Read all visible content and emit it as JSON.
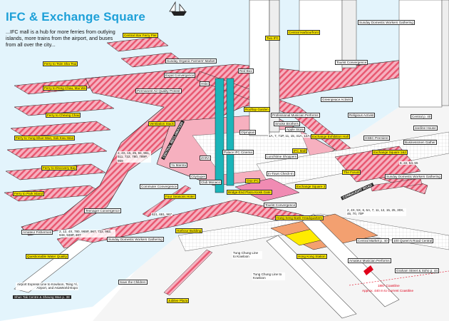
{
  "title": "IFC & Exchange Square",
  "intro": "...IFC mall is a hub for more ferries from outlying islands, more trains from the airport, and buses from all over the city...",
  "colors": {
    "water": "#e3f4fc",
    "walkway": "#f6b0bf",
    "hatch": "#e8566f",
    "highlight": "#ffeb00",
    "rail": "#1bb5b9",
    "title": "#1da0d8"
  },
  "labels": {
    "central_star_ferry": "Central Star Ferry Pier",
    "sunday_farmers": "Sunday Organic Farmers' Market",
    "two_ifc": "Two IFC",
    "central_harbourfront": "Central Harbourfront",
    "sunday_domestic_top": "Sunday Domestic Workers Gathering",
    "expat_convergence": "Expat Convergence",
    "tourist_convergence_top": "Tourist Convergence",
    "ferry_tsim_sha_tsui": "Ferry to Tsim Sha Tsui",
    "ferry_peng_chau": "Ferry to Peng Chau, Mui Wo",
    "permanent_protest": "Permanent Air Quality Protest",
    "red_box": "Red Box",
    "hsbc_label": "Hsbc",
    "rooftop_garden": "Rooftop Garden",
    "greenpeace": "Greenpeace Activist",
    "professional_musician_top": "Professional Musician Performs",
    "religious_activist": "Religious Activist",
    "smoke_brothers": "Smoke Brothers",
    "apple_store": "Apple Store",
    "ferry_cheung_chau": "Ferry to Cheung Chau",
    "ventilation_stack": "Ventilation Stack",
    "exchange_hall": "Exchange Exhibition Hall",
    "central_p40": "Central p. 40",
    "jardine_house": "Jardine House",
    "ferry_yung_shue_wan": "Ferry to Yung Shue Wan, Sok Kwu Wan",
    "olympian": "Olympian",
    "bus_stop_upper": "1A, 7, 71P, 11, 15, 41A, 12A",
    "ifc_mall": "IFC Mall",
    "hsbc_premier": "HSBC Premiere",
    "businessmen_gather": "Businessmen Gather",
    "central_reclamation": "CENTRAL RECLAMATION",
    "bus_left": "2, 4X, 15, 25, 94, 961, 511, 722, 780, 789P, 969",
    "zara": "ZARA",
    "palace_ifc_cinema": "Palace IFC Cinema",
    "lunchtime_shoppers": "Lunchtime Shoppers",
    "exchange_square_12": "Exchange Square 1&2",
    "ferry_discovery_bay": "Ferry to Discovery Bay",
    "yu_mantra": "Yu Mantra",
    "city_super": "CitySuper",
    "club_monaco": "Club Monaco",
    "in_town_check_in": "In-Town Check-In",
    "bus_right_upper": "6, 22, 54, 55",
    "the_forum": "The Forum",
    "sunday_domestic_mid": "Sunday Domestic Workers Gathering",
    "one_ifc": "One IFC",
    "exchange_square_3": "Exchange Square 3",
    "commuter_convergence": "Commuter Convergence",
    "bridge_end_gate": "Bridge-End Plaza Kiosk Gate",
    "connaught_road": "CONNAUGHT ROAD",
    "ferry_park_island": "Ferry to Park Island",
    "four_seasons": "Four Seasons Hotel",
    "teenager_convergence": "Teenager Convergence",
    "tourist_convergence_mid": "Tourist Convergence",
    "bus_center": "621, 681, 967",
    "hang_seng": "Hang Seng Bank Headquarters",
    "bus_right_lower": "2, 4X, 5X, 6, 6A, 7, 11, 12, 15, 25, 30X, 46, 70, 70P",
    "amateur_fishermen": "Amateur Fishermen",
    "bus_lower_left": "2, 12, 4X, 780, 969P, 967, 722, 962, 948, 948P, 307",
    "harbour_building": "Harbour Building",
    "sunday_domestic_low": "Sunday Domestic Workers Gathering",
    "central_market": "Central Market p. 40",
    "queens_road": "100 Queen's Road Central",
    "questionable_water": "Questionable Water Quality",
    "tung_chung_kowloon": "Tung Chung Line to Kowloon",
    "hong_kong_station": "Hong Kong Station",
    "amateur_musician": "Amateur Musician Performs",
    "graham_street": "Graham Street & Soho p. 44",
    "airport_express": "Airport Express Line to Kowloon, Tsing Yi, Airport, and AsiaWorld-Expo",
    "shun_tak": "Shun Tak Centre & Sheung Wan p. 38",
    "save_children": "Save the Children",
    "tung_chung_line": "Tung Chung Line to Kowloon",
    "coastline": "1887 Coastline",
    "coastline_note": "Approx. 440 m to Current Coastline",
    "jubilee_plaza": "Jubilee Plaza"
  }
}
